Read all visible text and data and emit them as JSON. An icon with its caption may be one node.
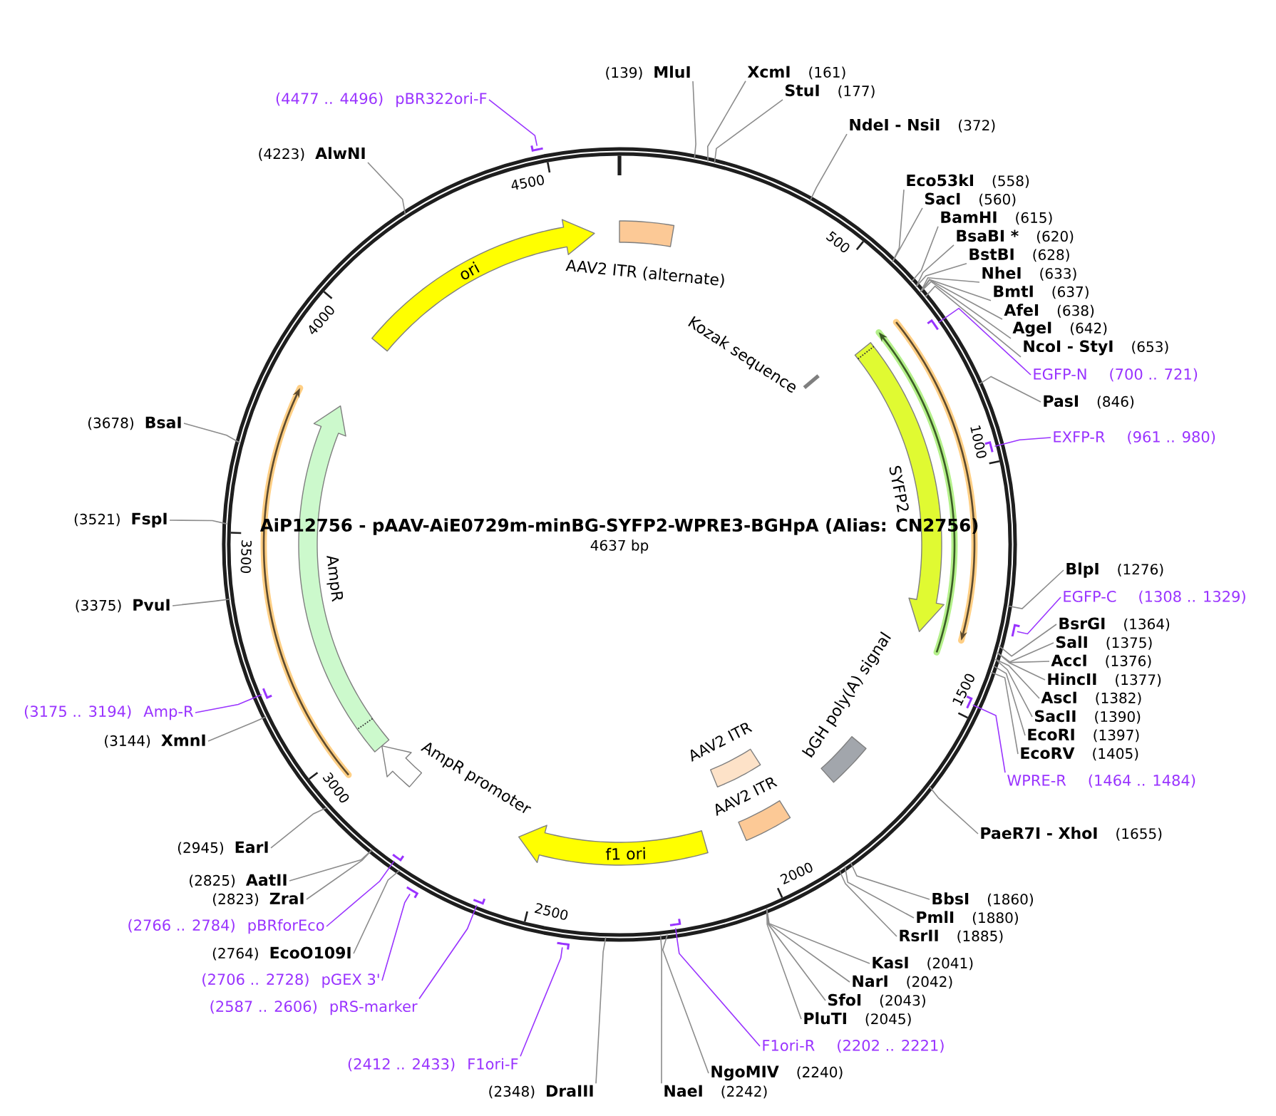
{
  "diagram": {
    "nodes": [
      {
        "text": [
          "AiP12756 - pAAV-AiE0729m-minBG-SYFP2-WPRE3-BGHpA (Alias: CN2756)",
          "4637 bp"
        ]
      },
      {
        "text": [
          "AAV2 ITR (alternate)"
        ],
        "in": 0
      },
      {
        "text": [
          "ori"
        ],
        "in": 0
      },
      {
        "text": [
          "Kozak sequence"
        ],
        "in": 0
      },
      {
        "text": [
          "SYFP2"
        ],
        "in": 0
      },
      {
        "text": [
          "AmpR"
        ],
        "in": 0
      },
      {
        "text": [
          "bGH poly(A) signal"
        ],
        "in": 0
      },
      {
        "text": [
          "AAV2 ITR"
        ],
        "in": 0
      },
      {
        "text": [
          "AmpR promoter"
        ],
        "in": 0
      },
      {
        "text": [
          "AAV2 ITR"
        ],
        "in": 0
      },
      {
        "text": [
          "f1 ori"
        ],
        "in": 0
      },
      {
        "text": [
          "(139)",
          "MluI"
        ]
      },
      {
        "text": [
          "XcmI",
          "(161)"
        ]
      },
      {
        "text": [
          "StuI",
          "(177)"
        ]
      },
      {
        "text": [
          "NdeI - NsiI",
          "(372)"
        ]
      },
      {
        "text": [
          "Eco53kI",
          "(558)"
        ]
      },
      {
        "text": [
          "SacI",
          "(560)"
        ]
      },
      {
        "text": [
          "BamHI",
          "(615)"
        ]
      },
      {
        "text": [
          "BsaBI *",
          "(620)"
        ]
      },
      {
        "text": [
          "BstBI",
          "(628)"
        ]
      },
      {
        "text": [
          "NheI",
          "(633)"
        ]
      },
      {
        "text": [
          "BmtI",
          "(637)"
        ]
      },
      {
        "text": [
          "AfeI",
          "(638)"
        ]
      },
      {
        "text": [
          "AgeI",
          "(642)"
        ]
      },
      {
        "text": [
          "NcoI - StyI",
          "(653)"
        ]
      },
      {
        "text": [
          "EGFP-N",
          "(700 .. 721)"
        ]
      },
      {
        "text": [
          "PasI",
          "(846)"
        ]
      },
      {
        "text": [
          "EXFP-R",
          "(961 .. 980)"
        ]
      },
      {
        "text": [
          "BlpI",
          "(1276)"
        ]
      },
      {
        "text": [
          "EGFP-C",
          "(1308 .. 1329)"
        ]
      },
      {
        "text": [
          "BsrGI",
          "(1364)"
        ]
      },
      {
        "text": [
          "SalI",
          "(1375)"
        ]
      },
      {
        "text": [
          "AccI",
          "(1376)"
        ]
      },
      {
        "text": [
          "HincII",
          "(1377)"
        ]
      },
      {
        "text": [
          "AscI",
          "(1382)"
        ]
      },
      {
        "text": [
          "SacII",
          "(1390)"
        ]
      },
      {
        "text": [
          "EcoRI",
          "(1397)"
        ]
      },
      {
        "text": [
          "EcoRV",
          "(1405)"
        ]
      },
      {
        "text": [
          "WPRE-R",
          "(1464 .. 1484)"
        ]
      },
      {
        "text": [
          "PaeR7I - XhoI",
          "(1655)"
        ]
      },
      {
        "text": [
          "BbsI",
          "(1860)"
        ]
      },
      {
        "text": [
          "PmlI",
          "(1880)"
        ]
      },
      {
        "text": [
          "RsrII",
          "(1885)"
        ]
      },
      {
        "text": [
          "KasI",
          "(2041)"
        ]
      },
      {
        "text": [
          "NarI",
          "(2042)"
        ]
      },
      {
        "text": [
          "SfoI",
          "(2043)"
        ]
      },
      {
        "text": [
          "PluTI",
          "(2045)"
        ]
      },
      {
        "text": [
          "F1ori-R",
          "(2202 .. 2221)"
        ]
      },
      {
        "text": [
          "NgoMIV",
          "(2240)"
        ]
      },
      {
        "text": [
          "NaeI",
          "(2242)"
        ]
      },
      {
        "text": [
          "(2348)",
          "DraIII"
        ]
      },
      {
        "text": [
          "(2412 .. 2433)",
          "F1ori-F"
        ]
      },
      {
        "text": [
          "(2587 .. 2606)",
          "pRS-marker"
        ]
      },
      {
        "text": [
          "(2706 .. 2728)",
          "pGEX 3'"
        ]
      },
      {
        "text": [
          "(2764)",
          "EcoO109I"
        ]
      },
      {
        "text": [
          "(2766 .. 2784)",
          "pBRforEco"
        ]
      },
      {
        "text": [
          "(2823)",
          "ZraI"
        ]
      },
      {
        "text": [
          "(2825)",
          "AatII"
        ]
      },
      {
        "text": [
          "(2945)",
          "EarI"
        ]
      },
      {
        "text": [
          "(3144)",
          "XmnI"
        ]
      },
      {
        "text": [
          "(3175 .. 3194)",
          "Amp-R"
        ]
      },
      {
        "text": [
          "(3375)",
          "PvuI"
        ]
      },
      {
        "text": [
          "(3521)",
          "FspI"
        ]
      },
      {
        "text": [
          "(3678)",
          "BsaI"
        ]
      },
      {
        "text": [
          "(4223)",
          "AlwNI"
        ]
      },
      {
        "text": [
          "(4477 .. 4496)",
          "pBR322ori-F"
        ]
      },
      {
        "text": [],
        "shape": "bar",
        "in": 0
      },
      {
        "text": [],
        "shape": "bar",
        "in": 0
      },
      {
        "text": [],
        "shape": "bar"
      },
      {
        "text": [],
        "shape": "bar",
        "in": 0
      },
      {
        "text": [],
        "shape": "bar"
      },
      {
        "text": [],
        "shape": "bar"
      },
      {
        "text": [],
        "shape": "bar",
        "in": 0
      },
      {
        "text": [],
        "shape": "bar",
        "in": 0
      },
      {
        "text": [],
        "shape": "bar",
        "in": 0
      },
      {
        "text": [],
        "shape": "bar",
        "in": 0
      },
      {
        "text": [],
        "shape": "bar"
      }
    ],
    "edges": [
      {
        "from": 11,
        "to": 0,
        "arrow": "none"
      },
      {
        "from": 12,
        "to": 0,
        "arrow": "none"
      },
      {
        "from": 13,
        "to": 0,
        "arrow": "none"
      },
      {
        "from": 14,
        "to": 0,
        "arrow": "none"
      },
      {
        "from": 15,
        "to": 0,
        "arrow": "none"
      },
      {
        "from": 16,
        "to": 0,
        "arrow": "none"
      },
      {
        "from": 17,
        "to": 0,
        "arrow": "none"
      },
      {
        "from": 18,
        "to": 0,
        "arrow": "none"
      },
      {
        "from": 19,
        "to": 0,
        "arrow": "none"
      },
      {
        "from": 20,
        "to": 0,
        "arrow": "none"
      },
      {
        "from": 21,
        "to": 0,
        "arrow": "none"
      },
      {
        "from": 22,
        "to": 0,
        "arrow": "none"
      },
      {
        "from": 23,
        "to": 0,
        "arrow": "none"
      },
      {
        "from": 24,
        "to": 0,
        "arrow": "none"
      },
      {
        "from": 25,
        "to": 73,
        "arrow": "none",
        "color": "#9933ff"
      },
      {
        "from": 26,
        "to": 0,
        "arrow": "none"
      },
      {
        "from": 27,
        "to": 75,
        "arrow": "none",
        "color": "#9933ff"
      },
      {
        "from": 28,
        "to": 0,
        "arrow": "none"
      },
      {
        "from": 29,
        "to": 76,
        "arrow": "none",
        "color": "#9933ff"
      },
      {
        "from": 30,
        "to": 0,
        "arrow": "none"
      },
      {
        "from": 31,
        "to": 0,
        "arrow": "none"
      },
      {
        "from": 32,
        "to": 0,
        "arrow": "none"
      },
      {
        "from": 33,
        "to": 0,
        "arrow": "none"
      },
      {
        "from": 34,
        "to": 0,
        "arrow": "none"
      },
      {
        "from": 35,
        "to": 0,
        "arrow": "none"
      },
      {
        "from": 36,
        "to": 0,
        "arrow": "none"
      },
      {
        "from": 37,
        "to": 0,
        "arrow": "none"
      },
      {
        "from": 38,
        "to": 74,
        "arrow": "none",
        "color": "#9933ff"
      },
      {
        "from": 39,
        "to": 0,
        "arrow": "none"
      },
      {
        "from": 40,
        "to": 0,
        "arrow": "none"
      },
      {
        "from": 41,
        "to": 0,
        "arrow": "none"
      },
      {
        "from": 42,
        "to": 0,
        "arrow": "none"
      },
      {
        "from": 43,
        "to": 0,
        "arrow": "none"
      },
      {
        "from": 44,
        "to": 0,
        "arrow": "none"
      },
      {
        "from": 45,
        "to": 0,
        "arrow": "none"
      },
      {
        "from": 46,
        "to": 0,
        "arrow": "none"
      },
      {
        "from": 47,
        "to": 72,
        "arrow": "none",
        "color": "#9933ff"
      },
      {
        "from": 48,
        "to": 0,
        "arrow": "none"
      },
      {
        "from": 49,
        "to": 0,
        "arrow": "none"
      },
      {
        "from": 50,
        "to": 0,
        "arrow": "none"
      },
      {
        "from": 51,
        "to": 71,
        "arrow": "none",
        "color": "#9933ff"
      },
      {
        "from": 52,
        "to": 69,
        "arrow": "none",
        "color": "#9933ff"
      },
      {
        "from": 53,
        "to": 68,
        "arrow": "none",
        "color": "#9933ff"
      },
      {
        "from": 54,
        "to": 0,
        "arrow": "none"
      },
      {
        "from": 55,
        "to": 67,
        "arrow": "none",
        "color": "#9933ff"
      },
      {
        "from": 56,
        "to": 0,
        "arrow": "none"
      },
      {
        "from": 57,
        "to": 0,
        "arrow": "none"
      },
      {
        "from": 58,
        "to": 0,
        "arrow": "none"
      },
      {
        "from": 59,
        "to": 0,
        "arrow": "none"
      },
      {
        "from": 60,
        "to": 66,
        "arrow": "none",
        "color": "#9933ff"
      },
      {
        "from": 61,
        "to": 0,
        "arrow": "none"
      },
      {
        "from": 62,
        "to": 0,
        "arrow": "none"
      },
      {
        "from": 63,
        "to": 0,
        "arrow": "none"
      },
      {
        "from": 64,
        "to": 0,
        "arrow": "none"
      },
      {
        "from": 65,
        "to": 70,
        "arrow": "none",
        "color": "#9933ff"
      }
    ],
    "labels": [
      "500",
      "1000",
      "1500",
      "2000",
      "2500",
      "3000",
      "3500",
      "4000",
      "4500"
    ]
  }
}
